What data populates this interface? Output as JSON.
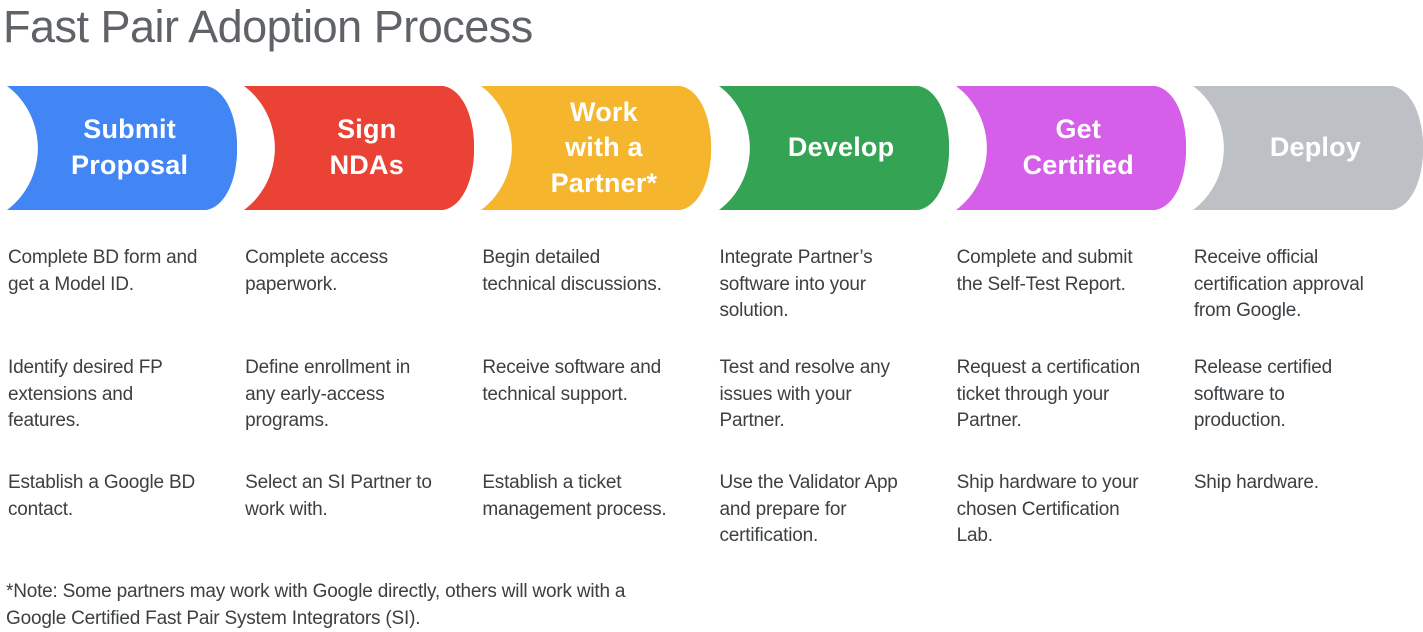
{
  "title": "Fast Pair Adoption Process",
  "footnote": "*Note: Some partners may work with Google directly, others will work with a\nGoogle Certified Fast Pair System Integrators (SI).",
  "colors": {
    "blue": "#4285F4",
    "red": "#EA4335",
    "yellow": "#F5B62E",
    "green": "#34A353",
    "magenta": "#D55FE8",
    "gray": "#BDC1C6",
    "title_text": "#5F6368",
    "body_text": "#3C4043"
  },
  "stages": [
    {
      "label": "Submit\nProposal",
      "color": "#4285F4",
      "steps": [
        "Complete BD form and\nget a Model ID.",
        "Identify desired FP\nextensions and\nfeatures.",
        "Establish a Google BD\ncontact."
      ]
    },
    {
      "label": "Sign\nNDAs",
      "color": "#EA4335",
      "steps": [
        "Complete access\npaperwork.",
        "Define enrollment in\nany early-access\nprograms.",
        "Select an SI Partner to\nwork with."
      ]
    },
    {
      "label": "Work\nwith a\nPartner*",
      "color": "#F5B62E",
      "steps": [
        "Begin detailed\ntechnical discussions.",
        "Receive software and\ntechnical support.",
        "Establish a ticket\nmanagement process."
      ]
    },
    {
      "label": "Develop",
      "color": "#34A353",
      "steps": [
        "Integrate Partner’s\nsoftware into your\nsolution.",
        "Test and resolve any\nissues with your\nPartner.",
        "Use the Validator App\nand prepare for\ncertification."
      ]
    },
    {
      "label": "Get\nCertified",
      "color": "#D55FE8",
      "steps": [
        "Complete and submit\nthe Self-Test Report.",
        "Request a certification\nticket through your\nPartner.",
        "Ship hardware to your\nchosen Certification\nLab."
      ]
    },
    {
      "label": "Deploy",
      "color": "#BDC1C6",
      "steps": [
        "Receive official\ncertification approval\nfrom Google.",
        "Release certified\nsoftware to\nproduction.",
        "Ship hardware."
      ]
    }
  ]
}
